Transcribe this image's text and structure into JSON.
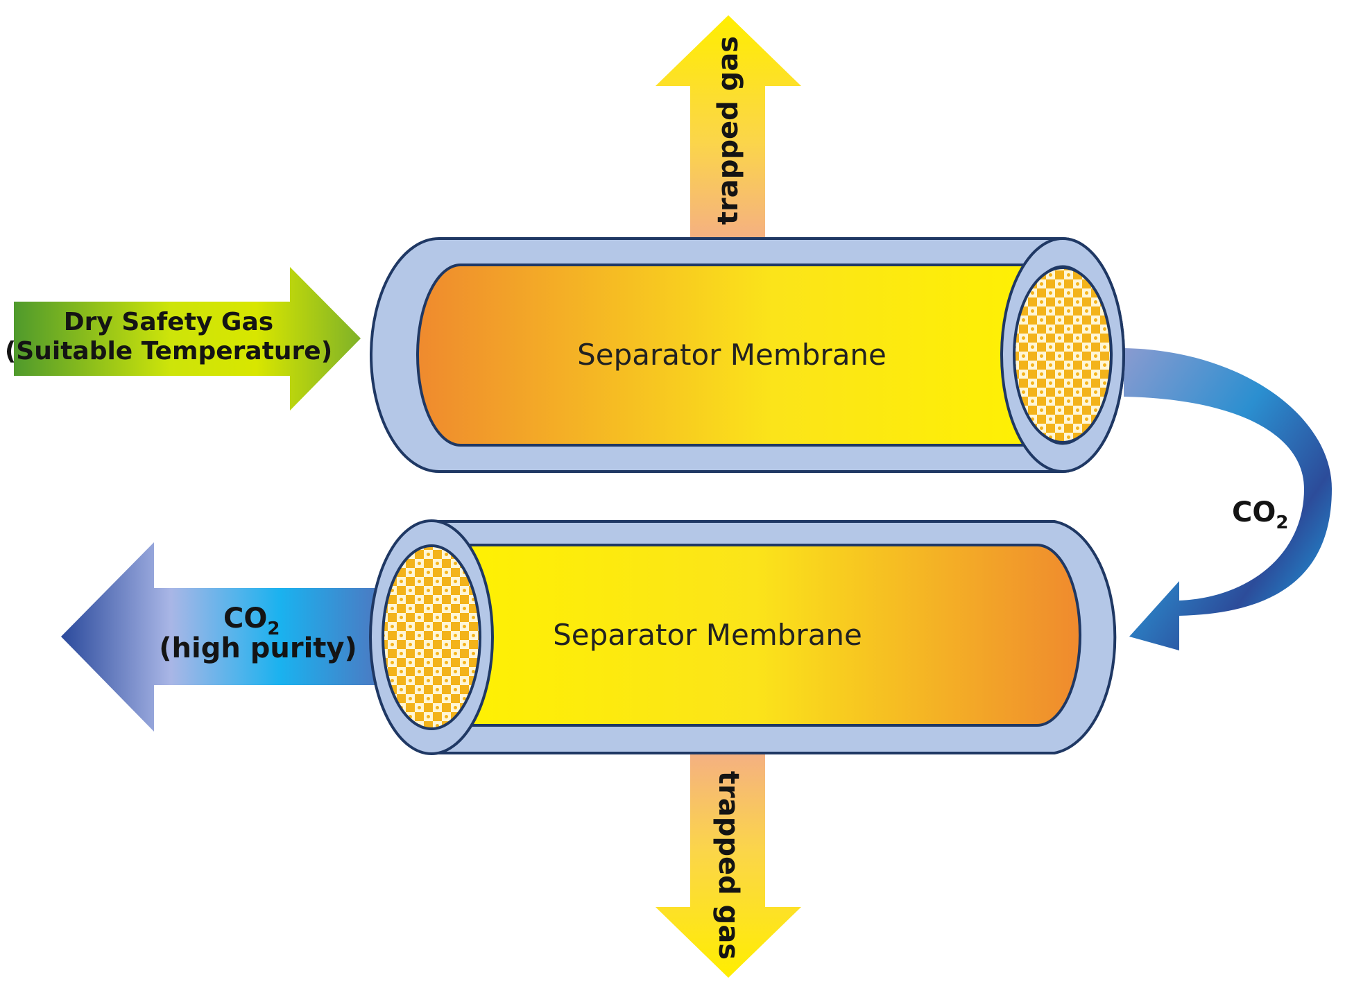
{
  "membranes": {
    "top": {
      "label": "Separator Membrane"
    },
    "bottom": {
      "label": "Separator Membrane"
    }
  },
  "inlet": {
    "line1": "Dry Safety Gas",
    "line2": "(Suitable Temperature)"
  },
  "outlets": {
    "top_trapped": "trapped gas",
    "bottom_trapped": "trapped gas",
    "transfer": {
      "main": "CO",
      "sub": "2"
    },
    "product": {
      "main": "CO",
      "sub": "2",
      "line2": "(high purity)"
    }
  },
  "colors": {
    "shell": "#b4c7e7",
    "shell_outline": "#1f3864",
    "membrane_orange": "#ef8a2e",
    "membrane_yellow": "#fff200",
    "inlet_green": "#5b9b2a",
    "inlet_yellow": "#e6f000",
    "trapped_yellow": "#ffee00",
    "trapped_peach": "#f5b58a",
    "co2_blue_dark": "#2e4e9e",
    "co2_blue_light": "#19b5f0"
  }
}
